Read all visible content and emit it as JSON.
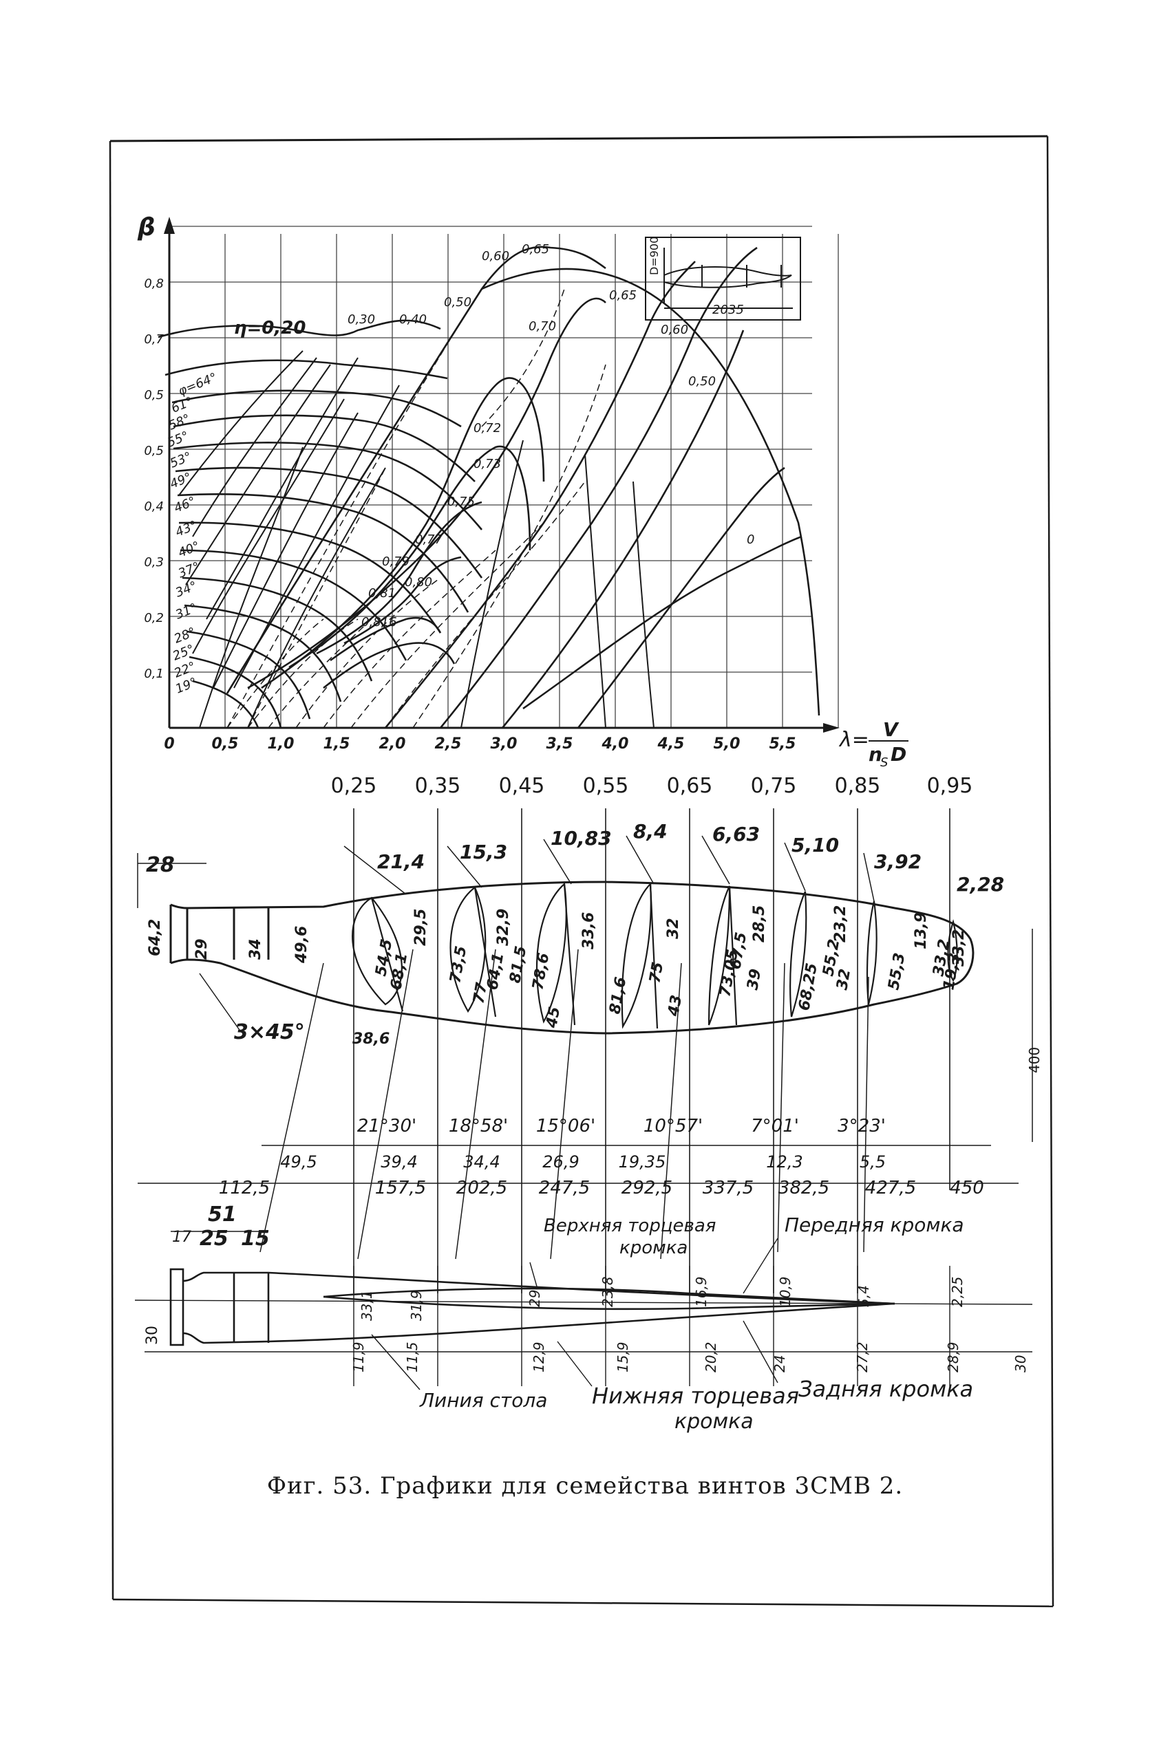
{
  "caption": "Фиг. 53. Графики для семейства винтов 3СМВ 2.",
  "chart": {
    "y_axis_label": "β",
    "x_axis_label": "λ=",
    "x_axis_label_num": "V",
    "x_axis_label_den": "n",
    "x_axis_label_den_sub": "S",
    "x_axis_label_den_tail": "D",
    "x_ticks": [
      "0",
      "0,5",
      "1,0",
      "1,5",
      "2,0",
      "2,5",
      "3,0",
      "3,5",
      "4,0",
      "4,5",
      "5,0",
      "5,5"
    ],
    "y_ticks": [
      "0,1",
      "0,2",
      "0,3",
      "0,4",
      "0,5",
      "0,5",
      "0,7",
      "0,8"
    ],
    "eta_prefix": "η=0,20",
    "eta_labels": [
      "0,30",
      "0,40",
      "0,50",
      "0,60",
      "0,65",
      "0,65",
      "0,70",
      "0,60",
      "0,50",
      "0,72",
      "0,73",
      "0,75",
      "0,77",
      "0,79",
      "0,80",
      "0,81",
      "0,816",
      "0"
    ],
    "phi_labels": [
      "φ=64°",
      "61°",
      "58°",
      "55°",
      "53°",
      "49°",
      "46°",
      "43°",
      "40°",
      "37°",
      "34°",
      "31°",
      "28°",
      "25°",
      "22°",
      "19°"
    ],
    "inset_d": "D=900",
    "inset_len": "2035"
  },
  "blade_plan": {
    "radii": [
      "0,25",
      "0,35",
      "0,45",
      "0,55",
      "0,65",
      "0,75",
      "0,85",
      "0,95"
    ],
    "hub_dim_28": "28",
    "hub_dims": [
      "64,2",
      "29",
      "34",
      "49,6"
    ],
    "chamfer": "3×45°",
    "section_widths": [
      "21,4",
      "15,3",
      "10,83",
      "8,4",
      "6,63",
      "5,10",
      "3,92",
      "2,28"
    ],
    "upper_dims": [
      "29,5",
      "32,9",
      "33,6",
      "32",
      "28,5",
      "23,2",
      "13,9",
      "33,2"
    ],
    "lower_dims": [
      "54,5",
      "68,1",
      "73,5",
      "77",
      "64,1",
      "81,5",
      "78,6",
      "45",
      "81,6",
      "75",
      "43",
      "73,05",
      "67,5",
      "39",
      "68,25",
      "55,2",
      "32",
      "55,3",
      "33,2",
      "19,3",
      "38,6"
    ],
    "angles": [
      "21°30'",
      "18°58'",
      "15°06'",
      "10°57'",
      "7°01'",
      "3°23'"
    ],
    "row1": [
      "49,5",
      "39,4",
      "34,4",
      "26,9",
      "19,35",
      "12,3",
      "5,5"
    ],
    "row2": [
      "112,5",
      "157,5",
      "202,5",
      "247,5",
      "292,5",
      "337,5",
      "382,5",
      "427,5",
      "450"
    ],
    "height_400": "400"
  },
  "blade_side": {
    "top_dims": [
      "51",
      "17",
      "25",
      "15"
    ],
    "left_dim": "30",
    "label_upper_edge_1": "Верхняя торцевая",
    "label_upper_edge_2": "кромка",
    "label_leading": "Передняя кромка",
    "label_table": "Линия стола",
    "label_lower_edge_1": "Нижняя торцевая",
    "label_lower_edge_2": "кромка",
    "label_trailing": "Задняя кромка",
    "dims_upper": [
      "33,1",
      "31,9",
      "29",
      "23,8",
      "16,9",
      "10,9",
      "5,4",
      "2,25"
    ],
    "dims_lower": [
      "11,9",
      "11,5",
      "12,9",
      "15,9",
      "20,2",
      "24",
      "27,2",
      "28,9",
      "30"
    ]
  }
}
